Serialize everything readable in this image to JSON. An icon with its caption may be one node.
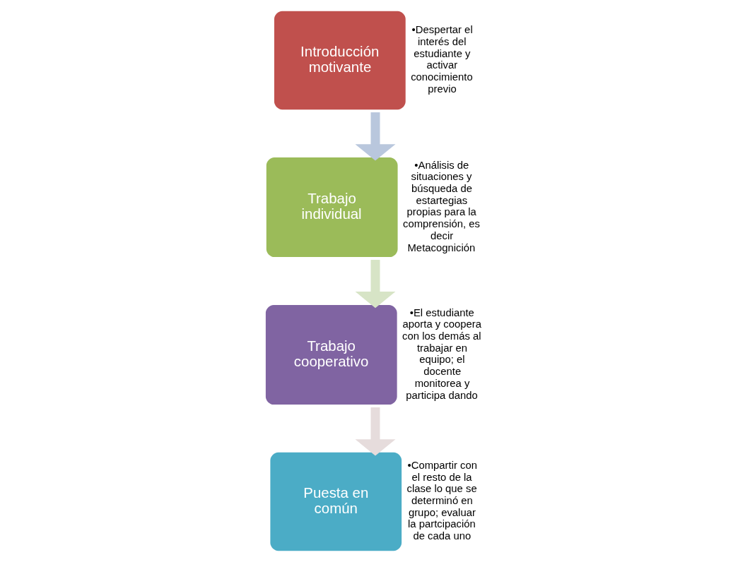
{
  "diagram": {
    "nodes": [
      {
        "text": [
          "Introducción motivante"
        ],
        "beside": [
          "•Despertar el interés del estudiante y activar conocimiento previo"
        ]
      },
      {
        "text": [
          "Trabajo individual"
        ],
        "beside": [
          "•Análisis de situaciones y búsqueda de estartegias propias para la comprensión, es decir Metacognición"
        ]
      },
      {
        "text": [
          "Trabajo cooperativo"
        ],
        "beside": [
          "•El estudiante aporta y coopera con los demás al trabajar en equipo; el docente monitorea y participa dando"
        ]
      },
      {
        "text": [
          "Puesta en común"
        ],
        "beside": [
          "•Compartir con el resto de la clase lo que se determinó en grupo; evaluar la partcipación de cada uno"
        ]
      }
    ],
    "edges": [
      {
        "from": 0,
        "to": 1,
        "arrow": "to",
        "color": "#b9c7dd"
      },
      {
        "from": 1,
        "to": 2,
        "arrow": "to",
        "color": "#d7e4c6"
      },
      {
        "from": 2,
        "to": 3,
        "arrow": "to",
        "color": "#e6dcdc"
      }
    ]
  }
}
